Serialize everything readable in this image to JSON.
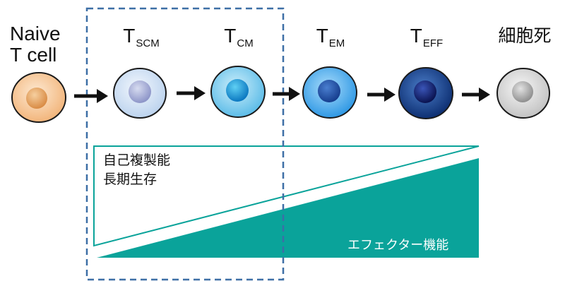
{
  "stages": [
    {
      "id": "naive",
      "label_lines": [
        "Naive",
        "T cell"
      ]
    },
    {
      "id": "tscm",
      "main": "T",
      "sub": "SCM"
    },
    {
      "id": "tcm",
      "main": "T",
      "sub": "CM"
    },
    {
      "id": "tem",
      "main": "T",
      "sub": "EM"
    },
    {
      "id": "teff",
      "main": "T",
      "sub": "EFF"
    },
    {
      "id": "death",
      "label": "細胞死"
    }
  ],
  "top_triangle_lines": [
    "自己複製能",
    "長期生存"
  ],
  "bottom_triangle_label": "エフェクター機能",
  "colors": {
    "teal": "#0aa39a",
    "dashed_box": "#3d6fa6",
    "arrow": "#111111",
    "naive_cell": "#f5c99a",
    "tscm_cell": "#cfe0f5",
    "tcm_cell": "#7fcfee",
    "tem_cell": "#56b8ee",
    "teff_cell": "#1d4f9c",
    "death_cell": "#d4d4d4"
  }
}
